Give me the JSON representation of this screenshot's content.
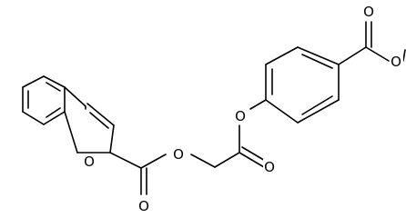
{
  "diagram": {
    "type": "chemical-structure",
    "atom_labels": {
      "ring_oxygen": "O",
      "ester_oxygen_1": "O",
      "carbonyl_oxygen_1": "O",
      "carbonyl_oxygen_2": "O",
      "ester_oxygen_2": "O",
      "carbonyl_oxygen_3": "O",
      "ester_oxygen_3": "O"
    },
    "colors": {
      "bond": "#000000",
      "background": "#ffffff"
    }
  }
}
